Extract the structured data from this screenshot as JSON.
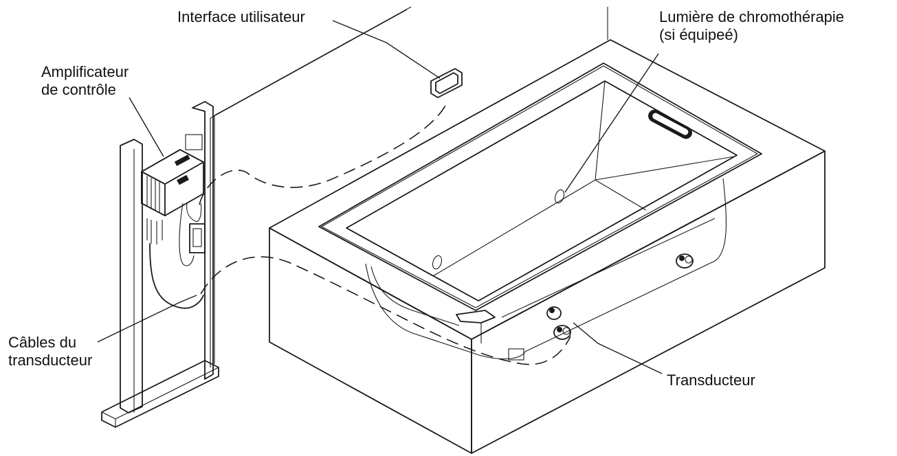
{
  "labels": {
    "user_interface": "Interface utilisateur",
    "chromotherapy_line1": "Lumière de chromothérapie",
    "chromotherapy_line2": "(si équipeé)",
    "control_amp_line1": "Amplificateur",
    "control_amp_line2": "de contrôle",
    "transducer_cables_line1": "Câbles du",
    "transducer_cables_line2": "transducteur",
    "transducer": "Transducteur"
  },
  "colors": {
    "ink": "#1a1a1a",
    "background": "#ffffff",
    "deck_gray": "#c8c8c8",
    "apron_gray": "#cfcfcf",
    "tub_white": "#ffffff",
    "device_gray": "#b5b5b5"
  }
}
